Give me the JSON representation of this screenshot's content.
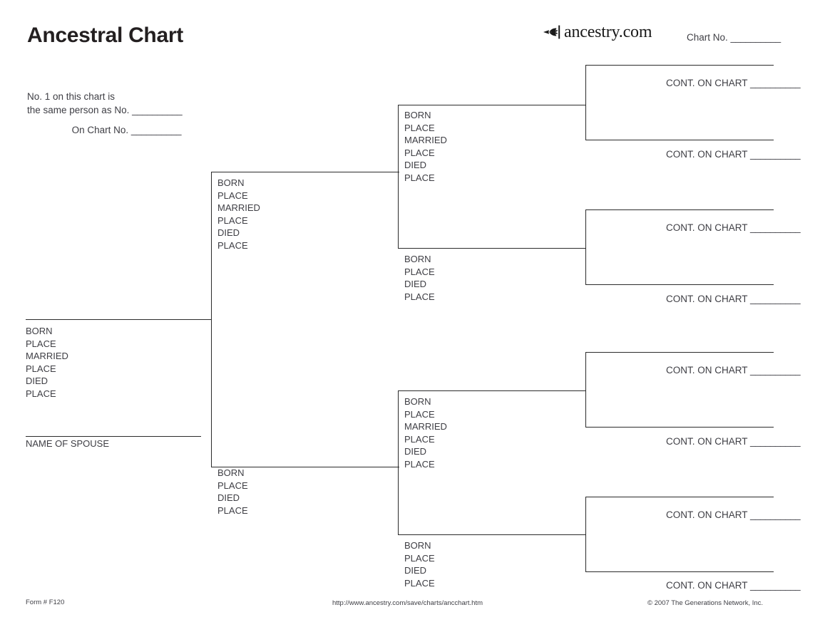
{
  "page": {
    "title": "Ancestral Chart",
    "background": "#ffffff",
    "ink": "#2b2b2b",
    "text_color": "#3e3e44"
  },
  "brand": {
    "wordmark": "ancestry.com",
    "logo_icon": "ancestry-leaf-icon"
  },
  "header": {
    "chart_no_label": "Chart No. ",
    "chart_no_blank": "__________"
  },
  "notes": {
    "line1": "No. 1 on this chart is",
    "line2": "the same person as No. ",
    "line2_blank": "__________",
    "line3": "On Chart No. ",
    "line3_blank": "__________"
  },
  "labels": {
    "born": "BORN",
    "place": "PLACE",
    "married": "MARRIED",
    "died": "DIED",
    "name_of_spouse": "NAME OF SPOUSE",
    "cont_on_chart": "CONT. ON CHART ",
    "cont_blank": "__________"
  },
  "generation1": {
    "fields": [
      "BORN",
      "PLACE",
      "MARRIED",
      "PLACE",
      "DIED",
      "PLACE"
    ],
    "spouse_caption": "NAME OF SPOUSE"
  },
  "generation2": [
    {
      "role": "father",
      "fields": [
        "BORN",
        "PLACE",
        "MARRIED",
        "PLACE",
        "DIED",
        "PLACE"
      ]
    },
    {
      "role": "mother",
      "fields": [
        "BORN",
        "PLACE",
        "DIED",
        "PLACE"
      ]
    }
  ],
  "generation3": [
    {
      "role": "paternal-grandfather",
      "fields": [
        "BORN",
        "PLACE",
        "MARRIED",
        "PLACE",
        "DIED",
        "PLACE"
      ]
    },
    {
      "role": "paternal-grandmother",
      "fields": [
        "BORN",
        "PLACE",
        "DIED",
        "PLACE"
      ]
    },
    {
      "role": "maternal-grandfather",
      "fields": [
        "BORN",
        "PLACE",
        "MARRIED",
        "PLACE",
        "DIED",
        "PLACE"
      ]
    },
    {
      "role": "maternal-grandmother",
      "fields": [
        "BORN",
        "PLACE",
        "DIED",
        "PLACE"
      ]
    }
  ],
  "generation4": [
    {
      "slot": 1,
      "cont": "CONT. ON CHART ",
      "blank": "__________"
    },
    {
      "slot": 2,
      "cont": "CONT. ON CHART ",
      "blank": "__________"
    },
    {
      "slot": 3,
      "cont": "CONT. ON CHART ",
      "blank": "__________"
    },
    {
      "slot": 4,
      "cont": "CONT. ON CHART ",
      "blank": "__________"
    },
    {
      "slot": 5,
      "cont": "CONT. ON CHART ",
      "blank": "__________"
    },
    {
      "slot": 6,
      "cont": "CONT. ON CHART ",
      "blank": "__________"
    },
    {
      "slot": 7,
      "cont": "CONT. ON CHART ",
      "blank": "__________"
    },
    {
      "slot": 8,
      "cont": "CONT. ON CHART ",
      "blank": "__________"
    }
  ],
  "footer": {
    "form": "Form # F120",
    "url": "http://www.ancestry.com/save/charts/ancchart.htm",
    "copyright": "© 2007 The Generations Network, Inc."
  }
}
